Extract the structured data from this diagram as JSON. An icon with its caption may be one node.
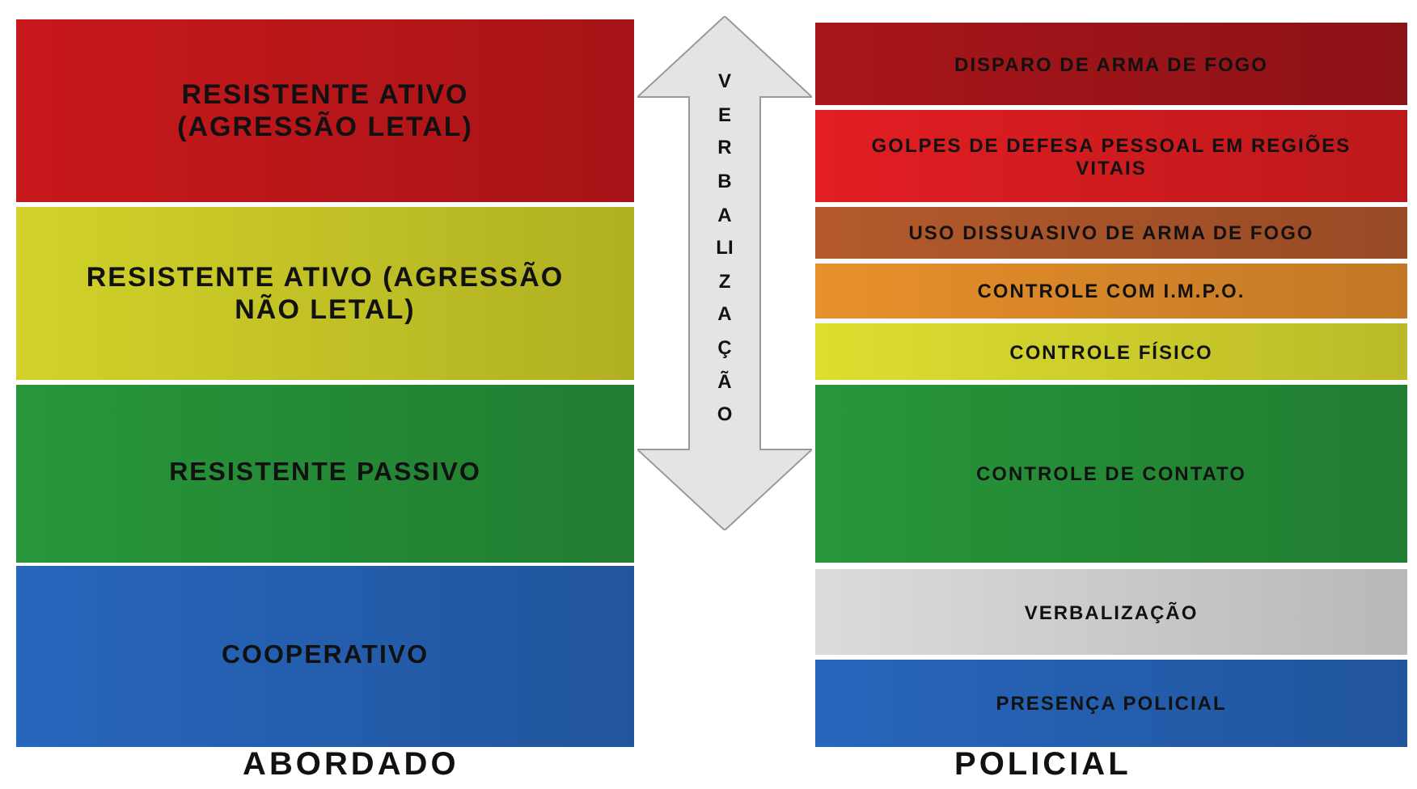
{
  "diagram": {
    "nodes": [
      {
        "text": [
          "RESISTENTE ATIVO (AGRESSÃO LETAL)"
        ]
      },
      {
        "text": [
          "RESISTENTE ATIVO (AGRESSÃO NÃO LETAL)"
        ]
      },
      {
        "text": [
          "RESISTENTE PASSIVO"
        ]
      },
      {
        "text": [
          "COOPERATIVO"
        ]
      },
      {
        "text": [
          "DISPARO DE ARMA DE FOGO"
        ]
      },
      {
        "text": [
          "GOLPES DE DEFESA PESSOAL EM REGIÕES VITAIS"
        ]
      },
      {
        "text": [
          "USO DISSUASIVO DE ARMA DE FOGO"
        ]
      },
      {
        "text": [
          "CONTROLE COM I.M.P.O."
        ]
      },
      {
        "text": [
          "CONTROLE FÍSICO"
        ]
      },
      {
        "text": [
          "CONTROLE DE CONTATO"
        ]
      },
      {
        "text": [
          "VERBALIZAÇÃO"
        ]
      },
      {
        "text": [
          "PRESENÇA POLICIAL"
        ]
      },
      {
        "text": [
          "VERBALIZAÇÃO"
        ]
      }
    ],
    "labels": [
      "ABORDADO",
      "POLICIAL"
    ]
  }
}
